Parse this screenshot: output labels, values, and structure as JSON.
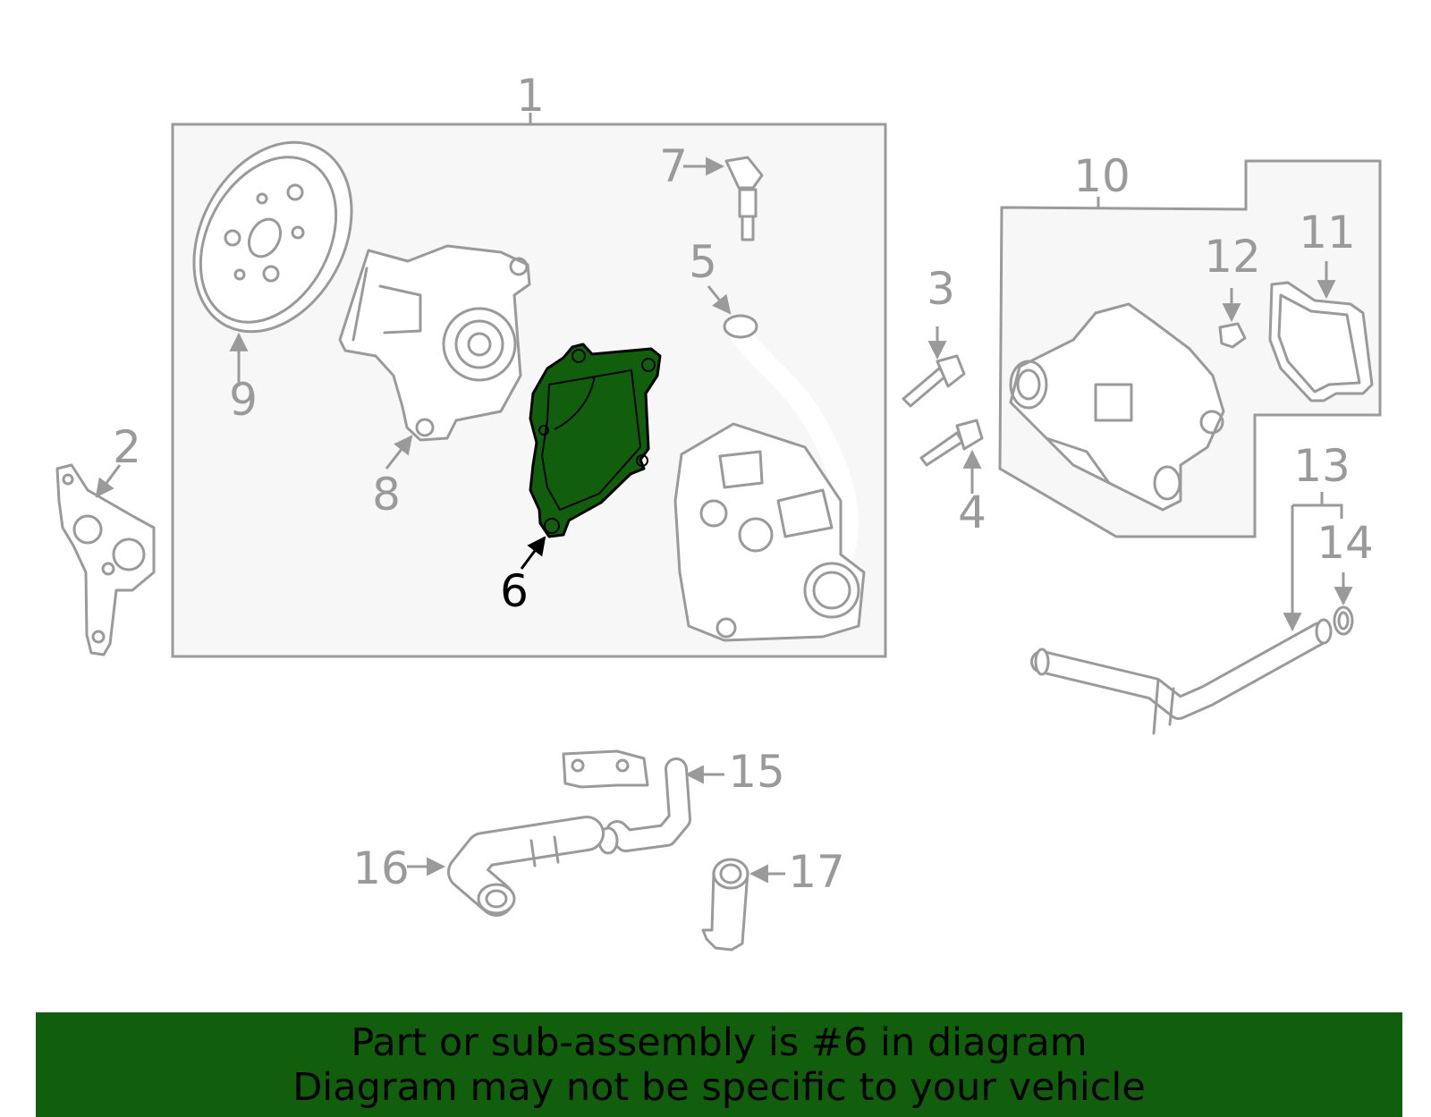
{
  "labels": {
    "l1": "1",
    "l2": "2",
    "l3": "3",
    "l4": "4",
    "l5": "5",
    "l6": "6",
    "l7": "7",
    "l8": "8",
    "l9": "9",
    "l10": "10",
    "l11": "11",
    "l12": "12",
    "l13": "13",
    "l14": "14",
    "l15": "15",
    "l16": "16",
    "l17": "17"
  },
  "highlight": {
    "part": "6",
    "color": "#115f0c"
  },
  "colors": {
    "line": "#9a9a9a",
    "box_fill": "#f7f7f7",
    "banner": "#115f0c"
  },
  "banner": {
    "line1": "Part or sub-assembly is #6 in diagram",
    "line2": "Diagram may not be specific to your vehicle"
  }
}
